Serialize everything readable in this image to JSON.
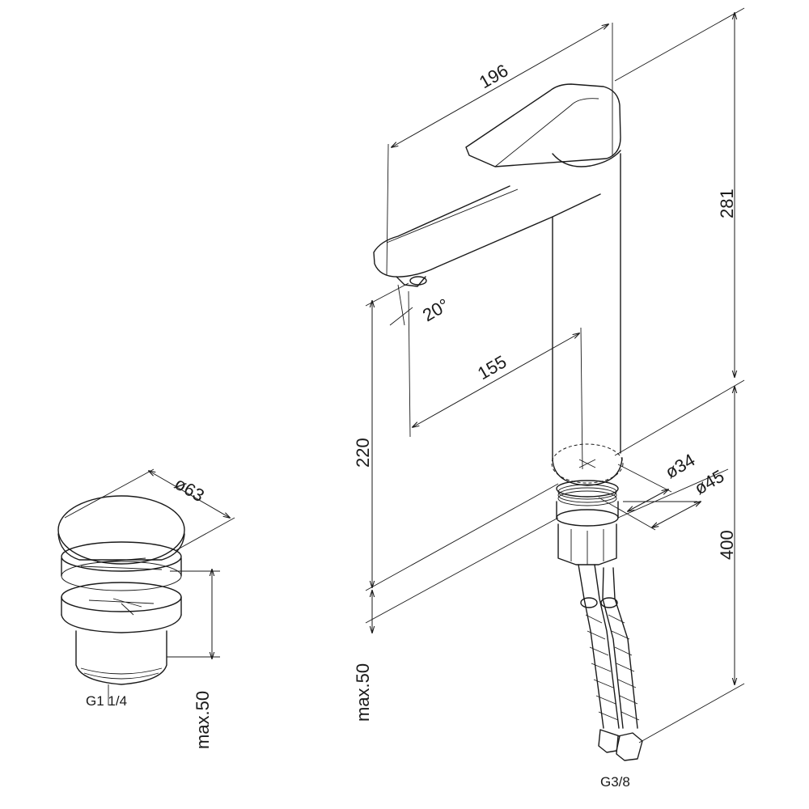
{
  "dimensions": {
    "spout_reach": "196",
    "total_height": "281",
    "spout_angle": "20°",
    "spout_offset": "155",
    "spout_height": "220",
    "hole_diameter": "ø34",
    "base_diameter": "ø45",
    "hose_length": "400",
    "max_deck_thickness": "max.50",
    "hose_thread": "G3/8",
    "drain_cap_diameter": "ø63",
    "drain_max_thickness": "max.50",
    "drain_thread": "G1 1/4"
  }
}
